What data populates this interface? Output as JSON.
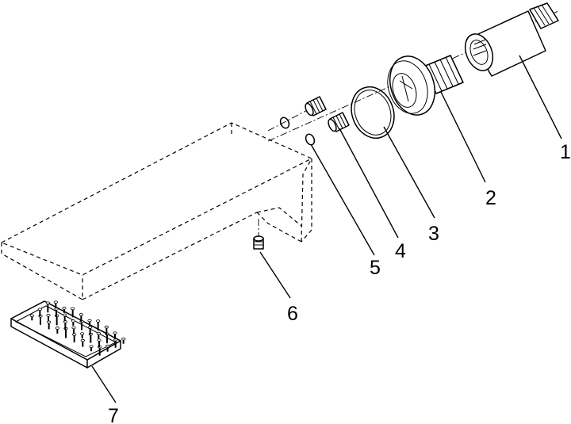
{
  "callouts": [
    "1",
    "2",
    "3",
    "4",
    "5",
    "6",
    "7"
  ]
}
